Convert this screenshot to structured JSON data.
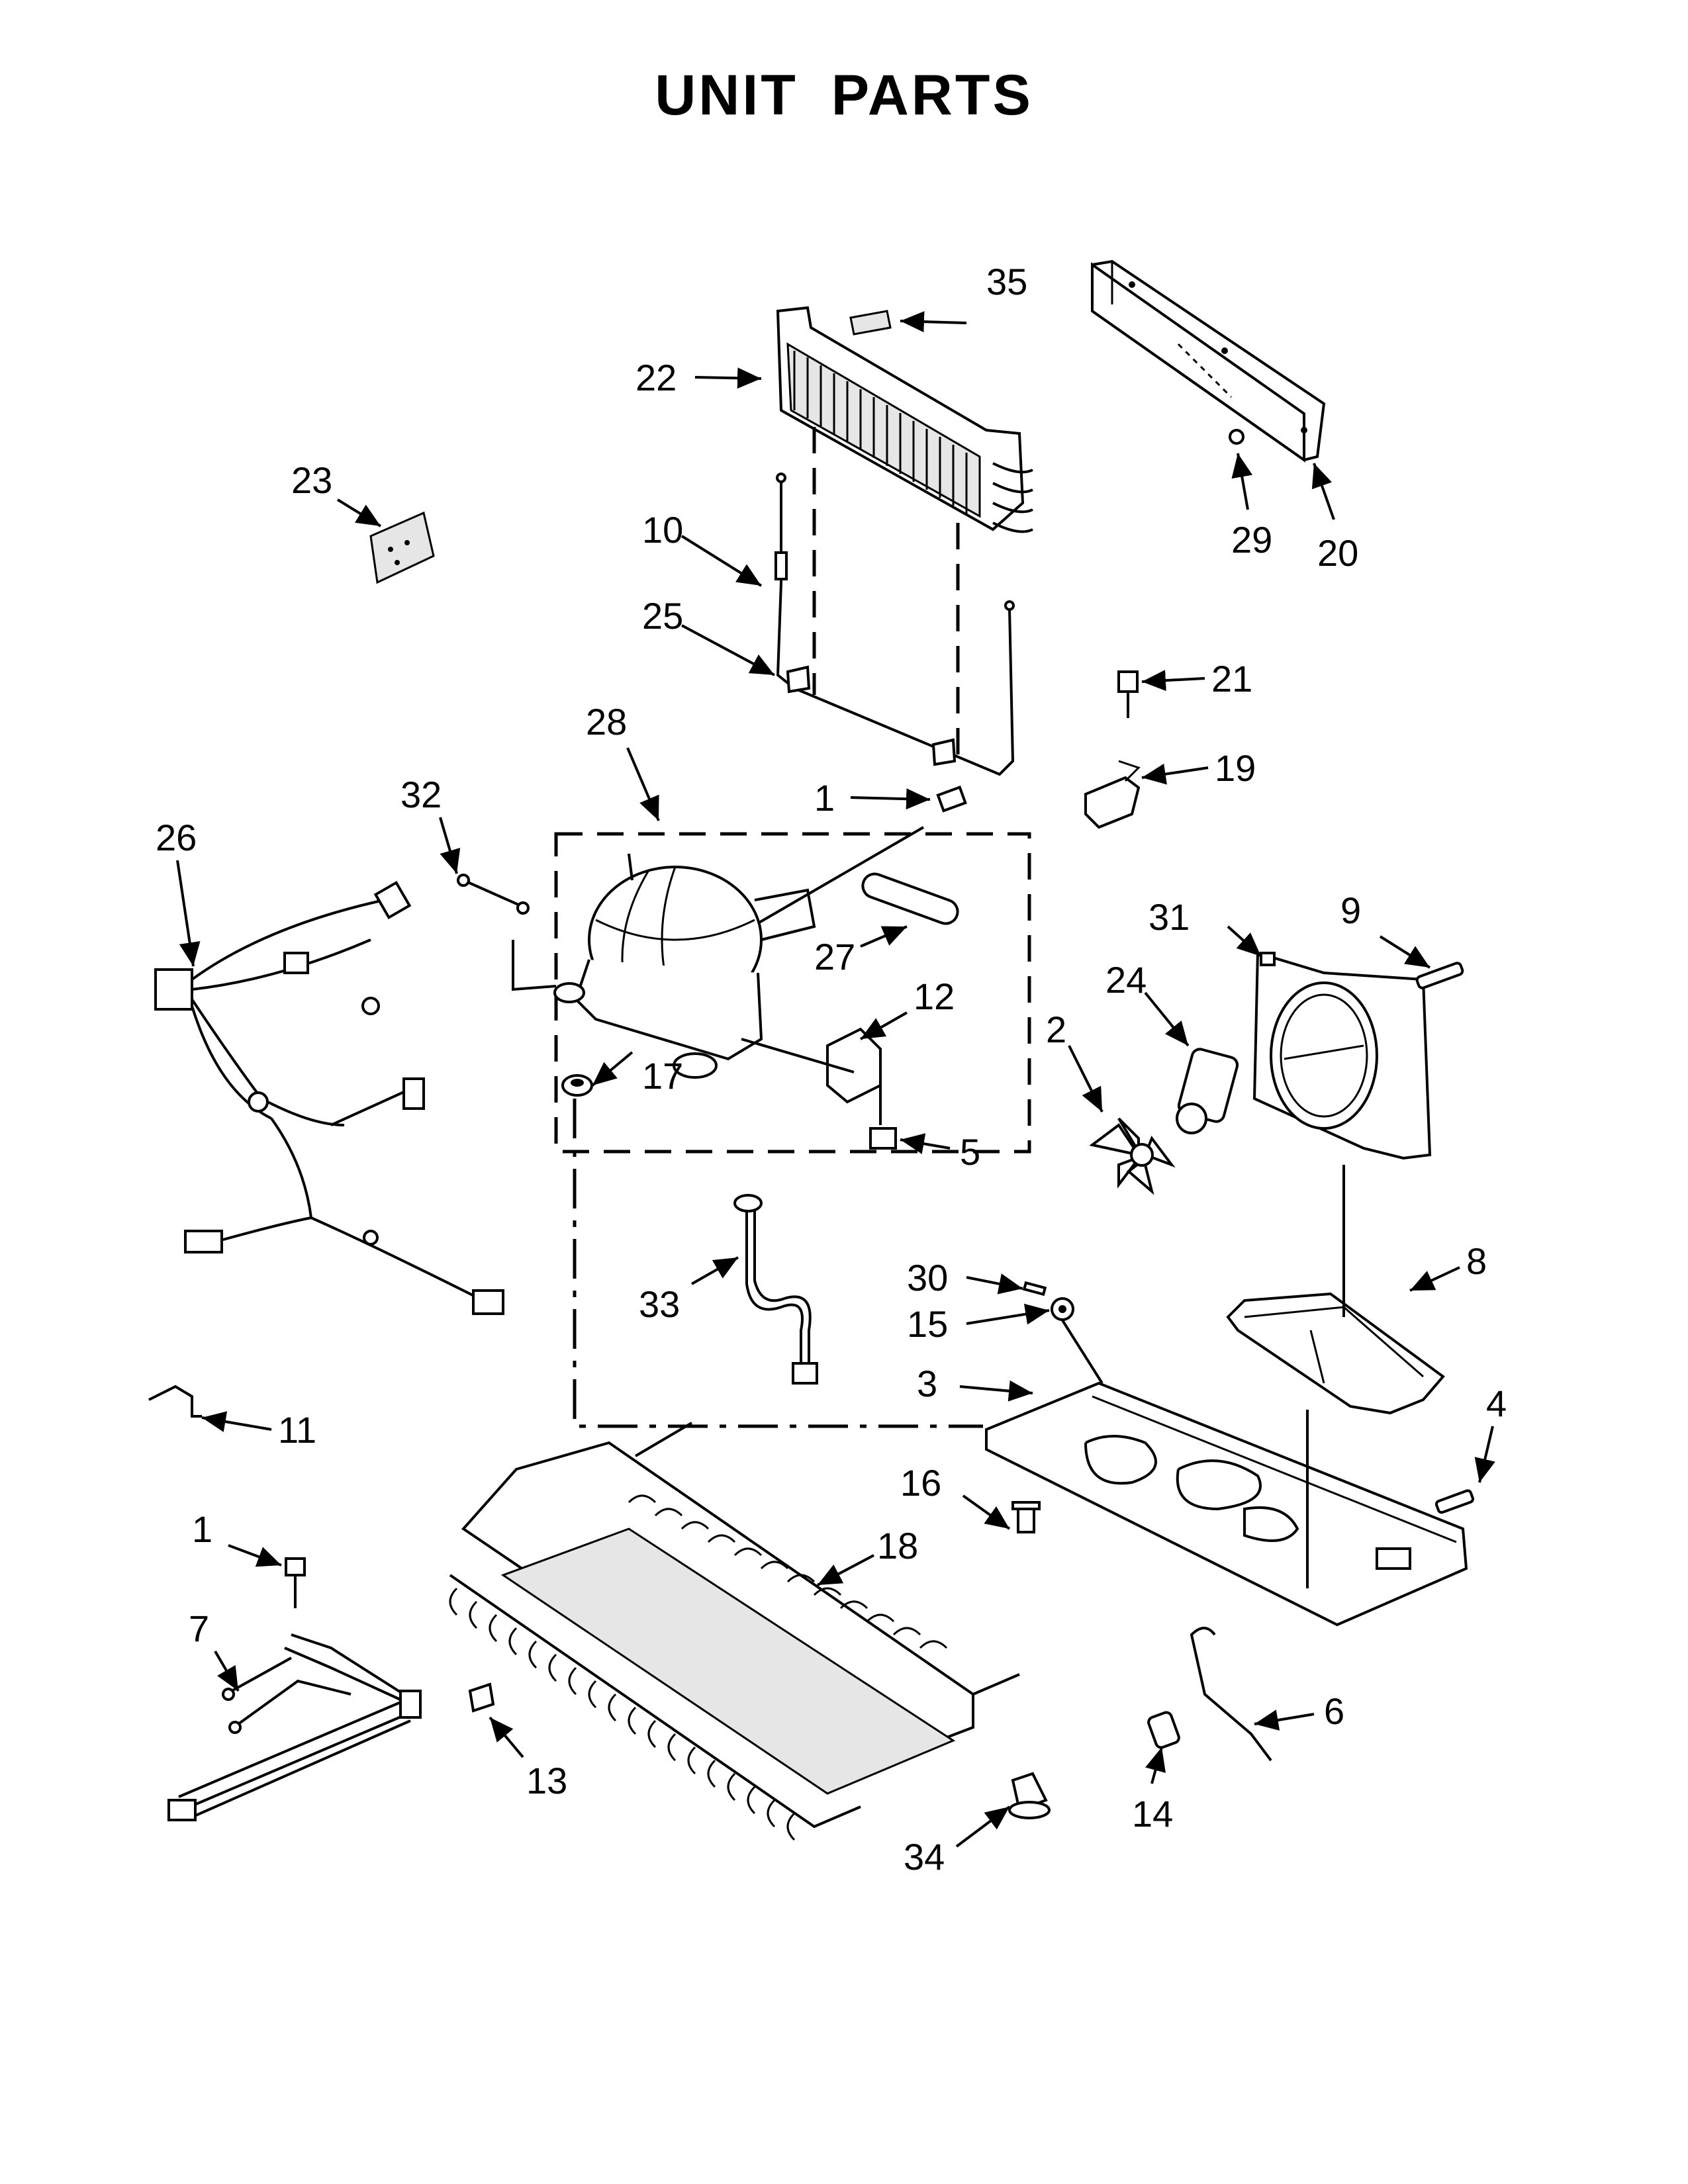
{
  "title": "UNIT PARTS",
  "callouts": [
    {
      "key": "35",
      "text": "35"
    },
    {
      "key": "22",
      "text": "22"
    },
    {
      "key": "23",
      "text": "23"
    },
    {
      "key": "10",
      "text": "10"
    },
    {
      "key": "25",
      "text": "25"
    },
    {
      "key": "29",
      "text": "29"
    },
    {
      "key": "20",
      "text": "20"
    },
    {
      "key": "21",
      "text": "21"
    },
    {
      "key": "19",
      "text": "19"
    },
    {
      "key": "28",
      "text": "28"
    },
    {
      "key": "32",
      "text": "32"
    },
    {
      "key": "26",
      "text": "26"
    },
    {
      "key": "1a",
      "text": "1"
    },
    {
      "key": "27",
      "text": "27"
    },
    {
      "key": "12",
      "text": "12"
    },
    {
      "key": "17",
      "text": "17"
    },
    {
      "key": "5",
      "text": "5"
    },
    {
      "key": "31",
      "text": "31"
    },
    {
      "key": "9",
      "text": "9"
    },
    {
      "key": "24",
      "text": "24"
    },
    {
      "key": "2",
      "text": "2"
    },
    {
      "key": "33",
      "text": "33"
    },
    {
      "key": "30",
      "text": "30"
    },
    {
      "key": "15",
      "text": "15"
    },
    {
      "key": "8",
      "text": "8"
    },
    {
      "key": "3",
      "text": "3"
    },
    {
      "key": "4",
      "text": "4"
    },
    {
      "key": "11",
      "text": "11"
    },
    {
      "key": "16",
      "text": "16"
    },
    {
      "key": "1b",
      "text": "1"
    },
    {
      "key": "18",
      "text": "18"
    },
    {
      "key": "7",
      "text": "7"
    },
    {
      "key": "6",
      "text": "6"
    },
    {
      "key": "13",
      "text": "13"
    },
    {
      "key": "14",
      "text": "14"
    },
    {
      "key": "34",
      "text": "34"
    }
  ]
}
